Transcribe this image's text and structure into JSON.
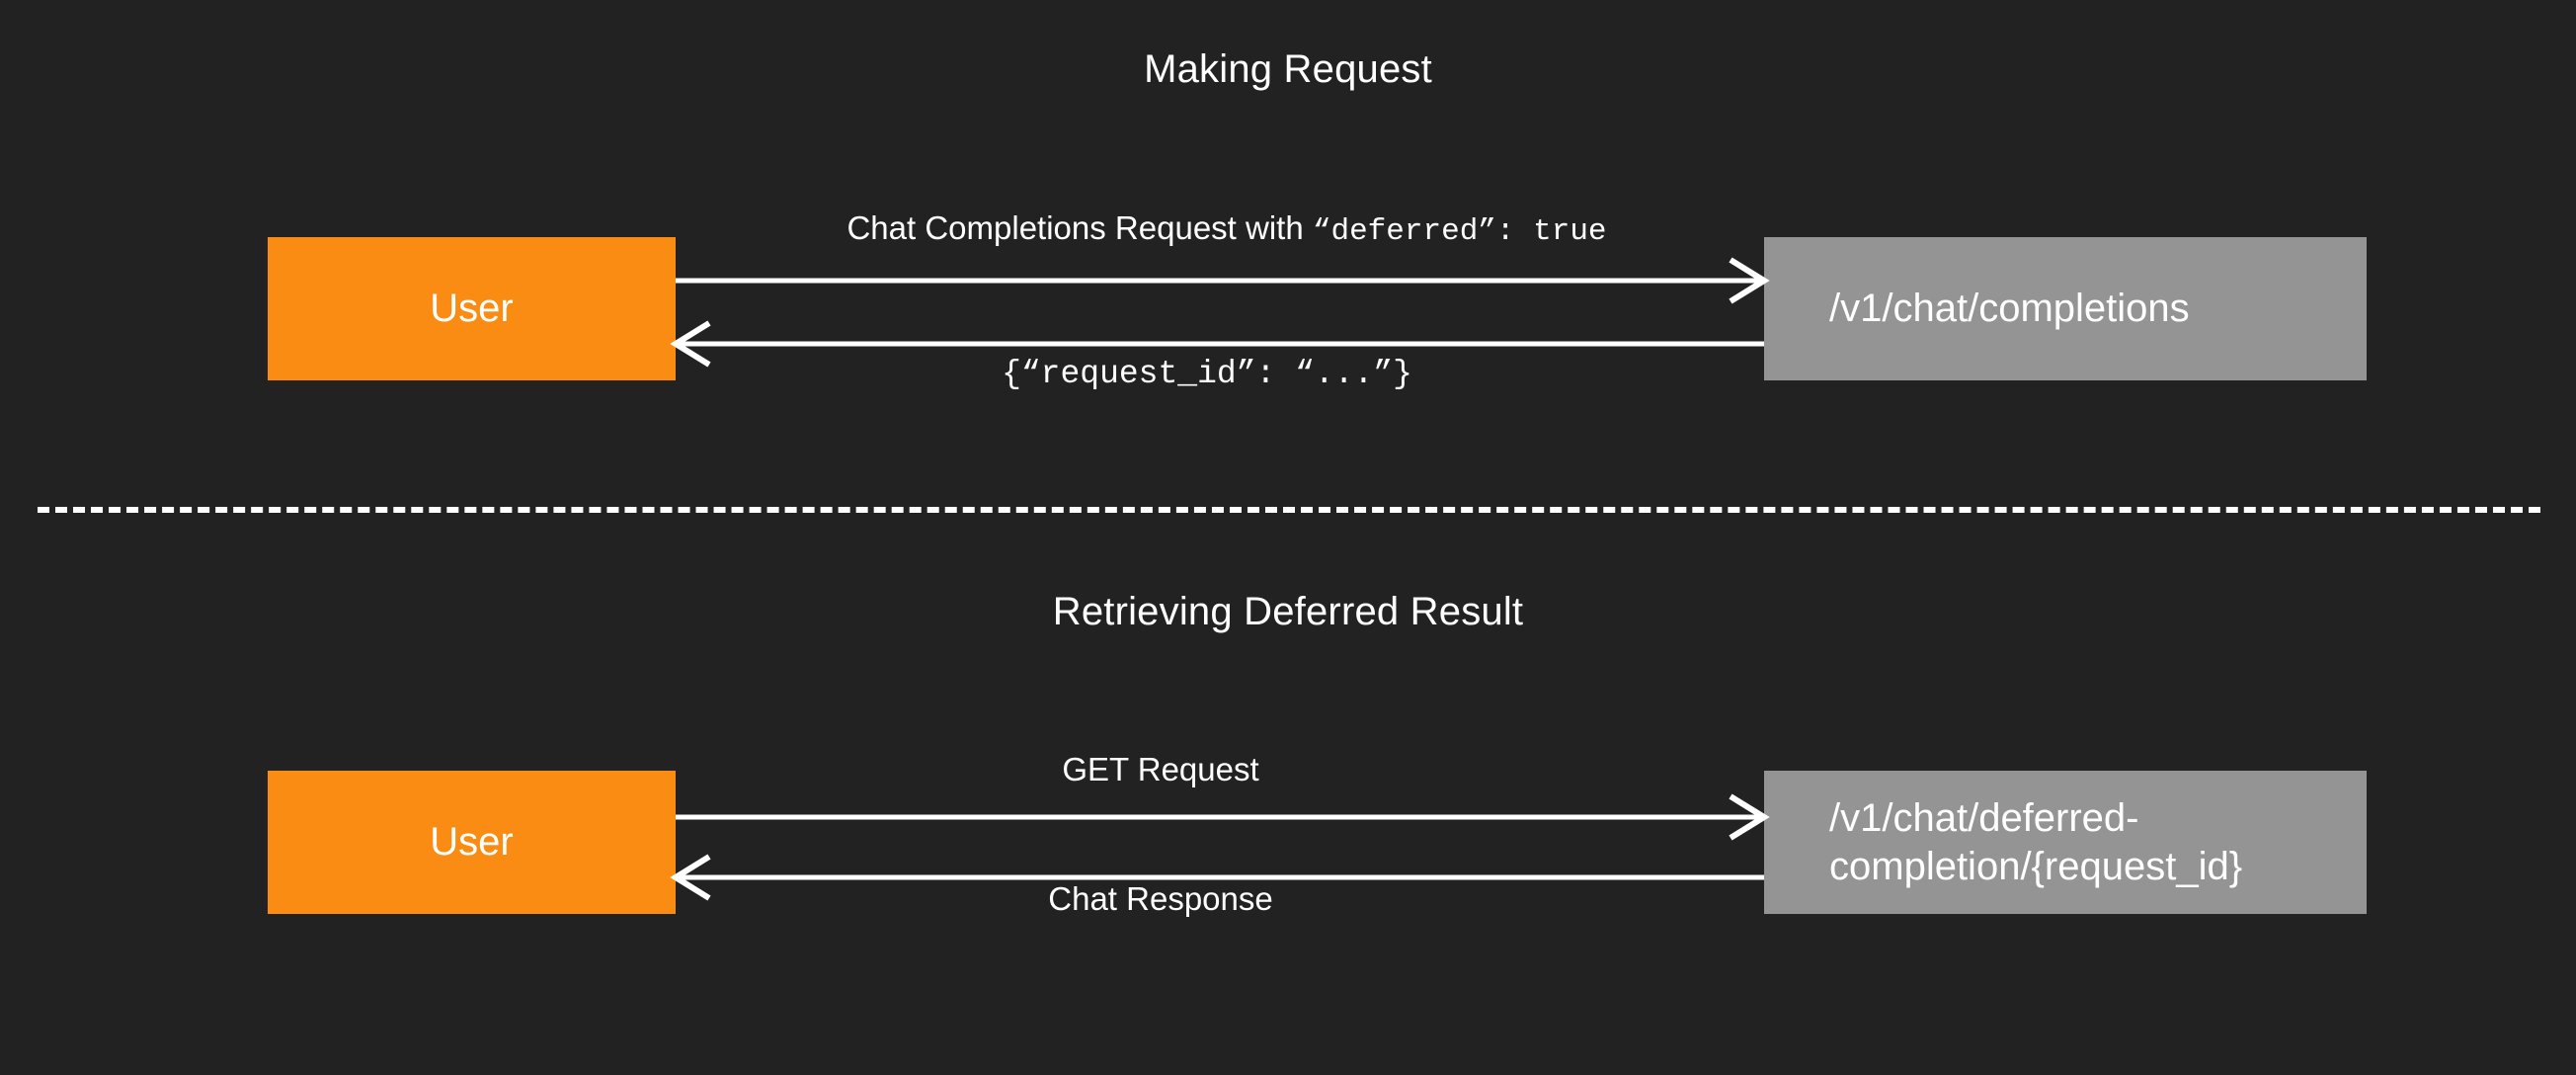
{
  "diagram": {
    "background_color": "#222222",
    "actor_color": "#FA8C14",
    "endpoint_color": "#949494",
    "line_color": "#ffffff",
    "sections": [
      {
        "title": "Making Request",
        "actor": "User",
        "endpoint": "/v1/chat/completions",
        "request_label_plain": "Chat Completions Request with ",
        "request_label_mono": "“deferred”: true",
        "response_label": "{“request_id”: “...”}"
      },
      {
        "title": "Retrieving Deferred Result",
        "actor": "User",
        "endpoint": "/v1/chat/deferred-completion/{request_id}",
        "request_label": "GET Request",
        "response_label": "Chat Response"
      }
    ]
  }
}
